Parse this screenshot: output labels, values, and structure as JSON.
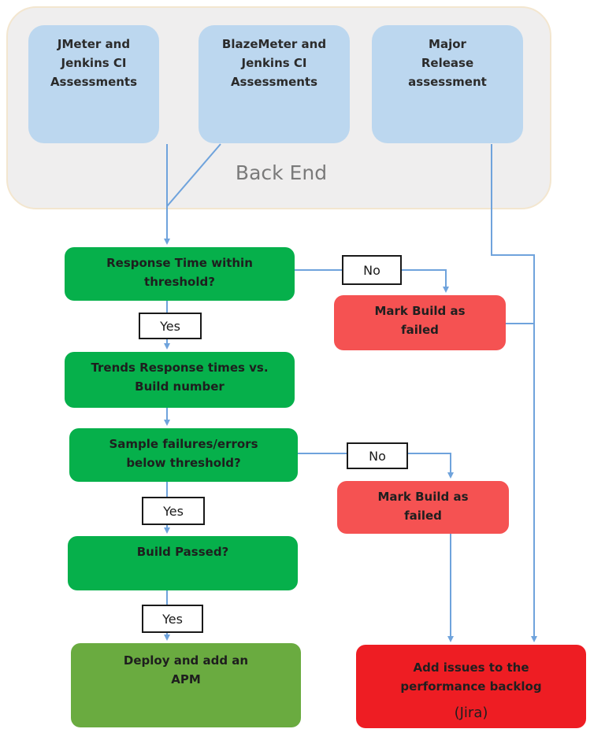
{
  "backend": {
    "label": "Back End",
    "jmeter": "JMeter and Jenkins CI Assessments",
    "blazemeter": "BlazeMeter and Jenkins CI Assessments",
    "major_release": "Major Release assessment"
  },
  "steps": {
    "response_time": "Response Time within threshold?",
    "trends": "Trends Response times vs. Build number",
    "sample_failures": "Sample failures/errors below threshold?",
    "build_passed": "Build Passed?",
    "deploy": "Deploy and add an APM",
    "mark_failed_1": "Mark Build as failed",
    "mark_failed_2": "Mark Build as failed",
    "add_issues": "Add issues to the performance backlog",
    "jira": "(Jira)"
  },
  "labels": {
    "no_1": "No",
    "no_2": "No",
    "yes_1": "Yes",
    "yes_2": "Yes",
    "yes_3": "Yes"
  },
  "colors": {
    "backend_box": "#bcd7ef",
    "decision": "#06b04b",
    "failed": "#f55252",
    "deploy": "#6aab40",
    "backlog": "#ee1d23",
    "connector": "#6fa3dc"
  }
}
